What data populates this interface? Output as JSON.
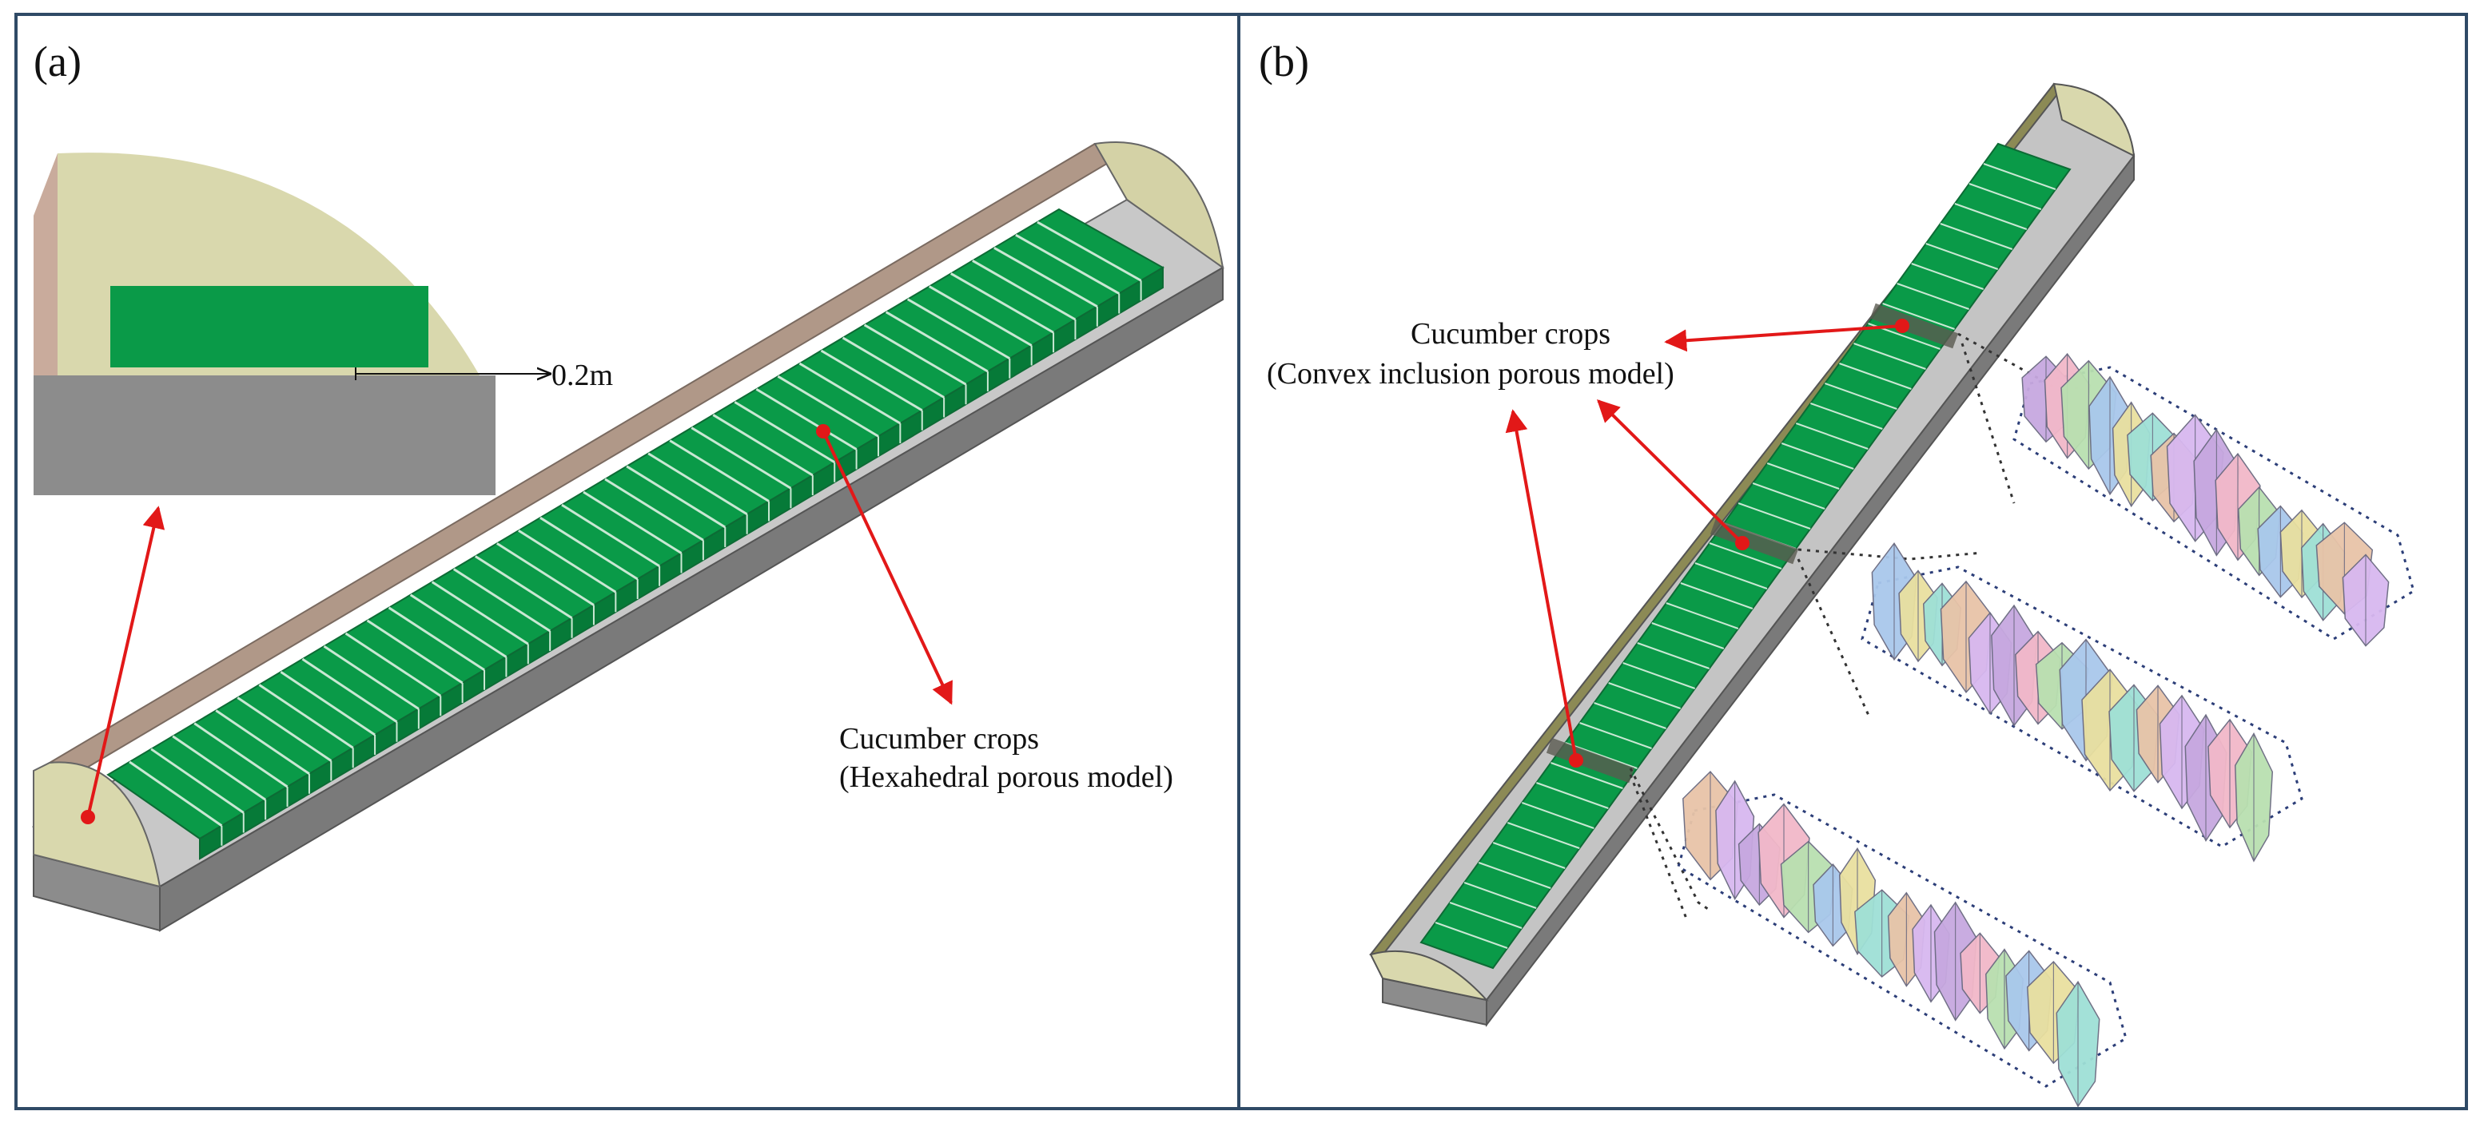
{
  "panel_a": {
    "label": "(a)",
    "dimension": "0.2m",
    "crop_label_1": "Cucumber crops",
    "crop_label_2": "(Hexahedral porous model)"
  },
  "panel_b": {
    "label": "(b)",
    "crop_label_1": "Cucumber crops",
    "crop_label_2": "(Convex inclusion porous model)"
  },
  "colors": {
    "frame": "#2f4a66",
    "crop_green": "#0a9a48",
    "arrow_red": "#e21818",
    "end_wall": "#d9d8ad",
    "ground": "#8c8c8c",
    "back_wall": "#b09888"
  }
}
